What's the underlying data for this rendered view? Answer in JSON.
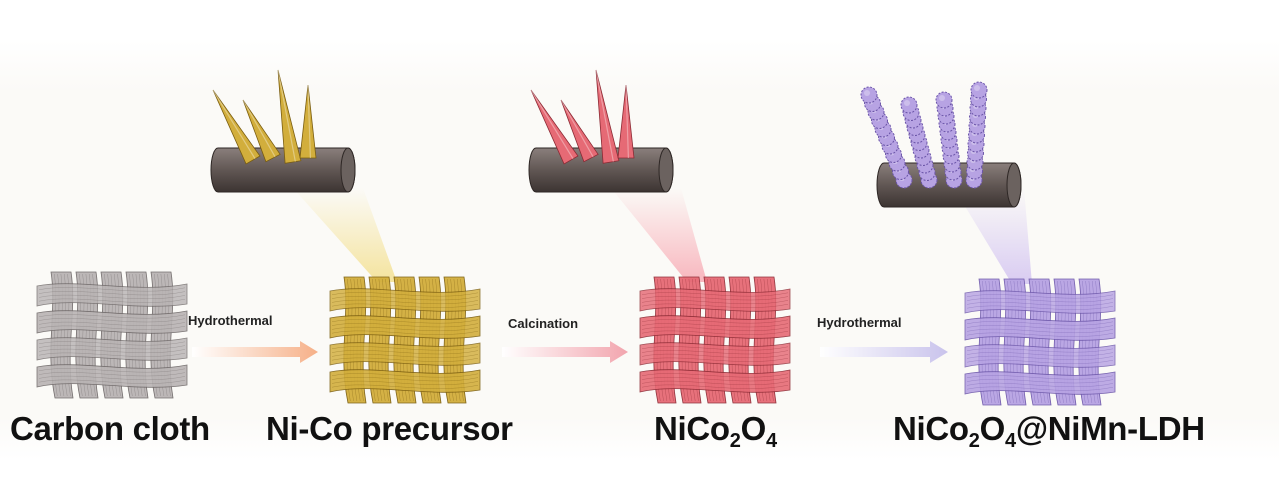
{
  "process": {
    "stages": [
      {
        "label": "Carbon cloth",
        "color": "#b9b4b4",
        "dark": "#6e6868",
        "has_detail": false
      },
      {
        "label": "Ni-Co precursor",
        "color": "#d2ae3c",
        "dark": "#7a5d10",
        "has_detail": true,
        "detail_type": "needles",
        "glow": "#f2dc80"
      },
      {
        "label_parts": [
          "NiCo",
          "2",
          "O",
          "4"
        ],
        "color": "#e66a75",
        "dark": "#8c2a34",
        "has_detail": true,
        "detail_type": "needles",
        "glow": "#f7a0ab"
      },
      {
        "label_parts": [
          "NiCo",
          "2",
          "O",
          "4",
          "@NiMn-LDH"
        ],
        "color": "#b7a3e3",
        "dark": "#6b55a8",
        "has_detail": true,
        "detail_type": "coated-rods",
        "glow": "#cdbcf0"
      }
    ],
    "steps": [
      {
        "label": "Hydrothermal",
        "arrow_color": "#f6b088"
      },
      {
        "label": "Calcination",
        "arrow_color": "#f2a5ae"
      },
      {
        "label": "Hydrothermal",
        "arrow_color": "#c9c3ec"
      }
    ]
  }
}
